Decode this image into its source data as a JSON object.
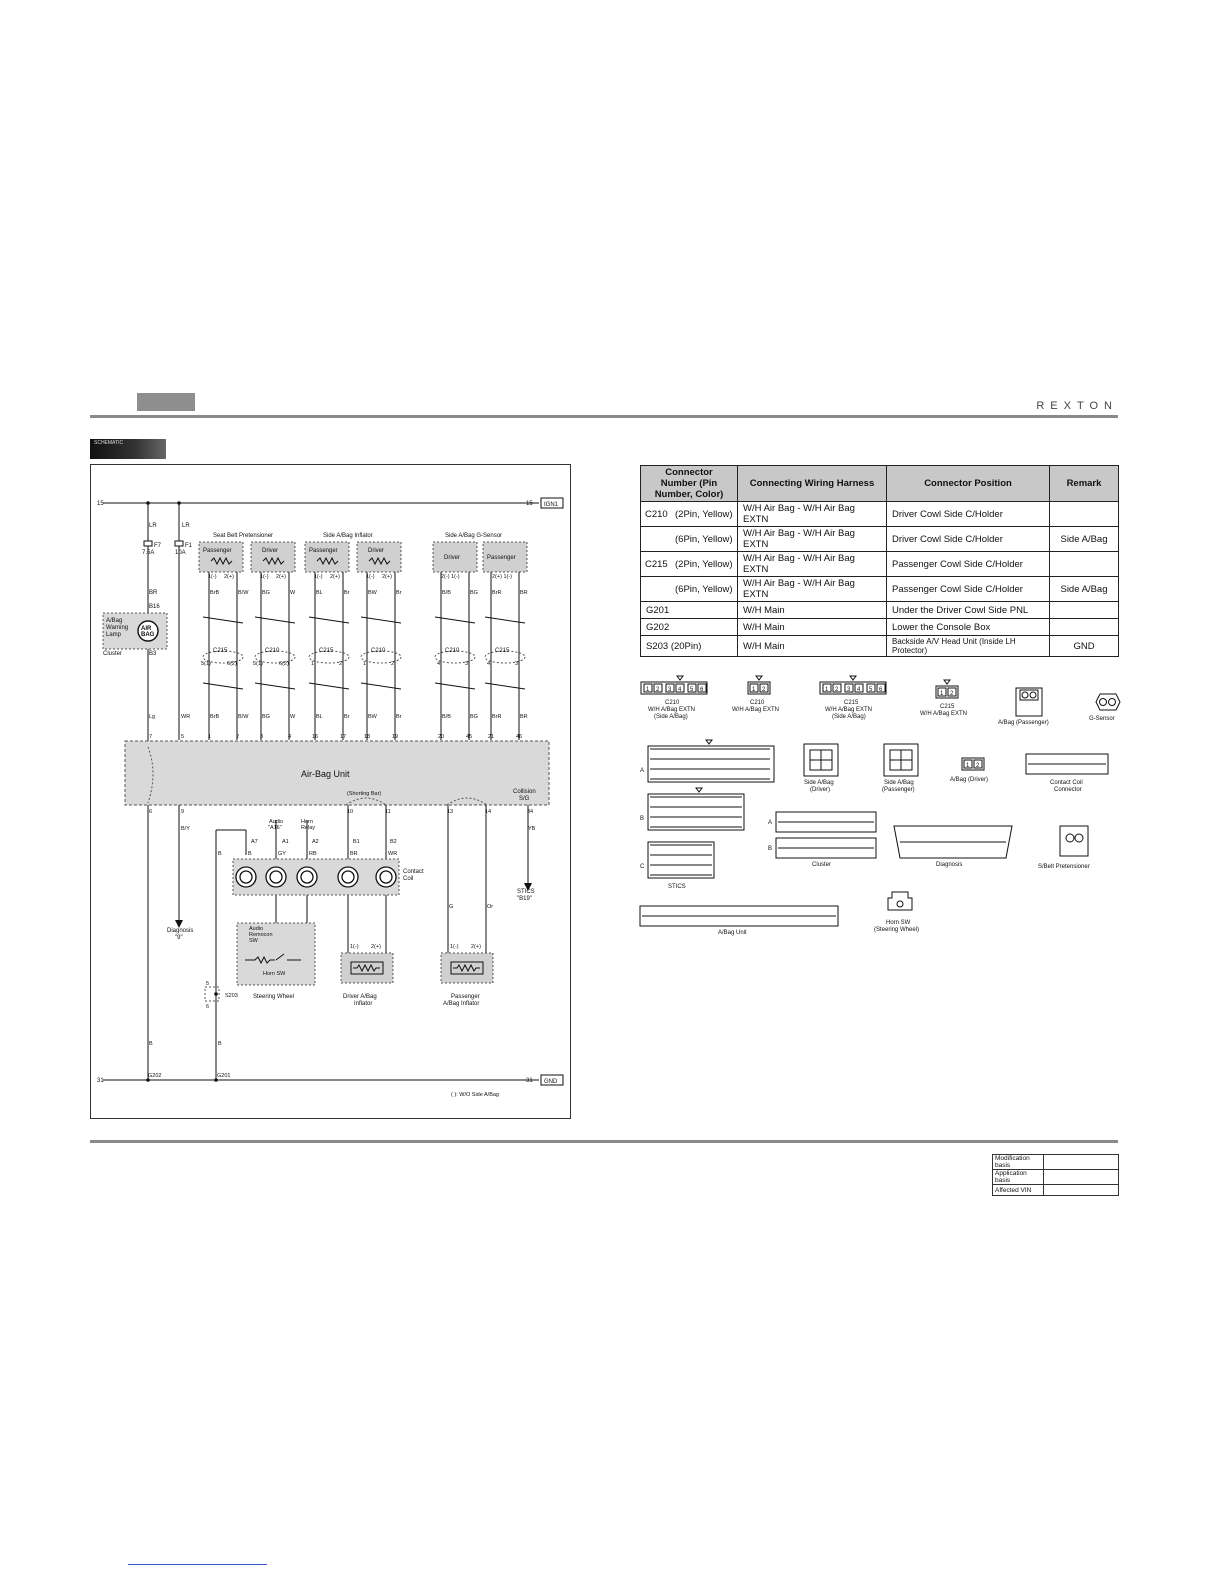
{
  "header": {
    "brand": "REXTON"
  },
  "diagram": {
    "terminal_top_left": "15",
    "terminal_top_right": "15",
    "ign_label": "IGN1",
    "terminal_bottom_left": "31",
    "terminal_bottom_right": "31",
    "gnd_label": "GND",
    "fuse_f7": "F7",
    "fuse_f7_rating": "7.5A",
    "fuse_f1": "F1",
    "fuse_f1_rating": "10A",
    "wire_lr_1": "LR",
    "wire_lr_2": "LR",
    "wire_br_top": "BR",
    "pin_b16": "B16",
    "pin_b3": "B3",
    "warning_lamp": [
      "A/Bag",
      "Warning",
      "Lamp"
    ],
    "airbag_icon": [
      "AIR",
      "BAG"
    ],
    "cluster_label": "Cluster",
    "group_seat_belt": "Seat Belt Pretensioner",
    "group_side_inflator": "Side A/Bag Inflator",
    "group_g_sensor": "Side A/Bag G-Sensor",
    "comp_passenger": "Passenger",
    "comp_driver": "Driver",
    "pin_1m": "1(-)",
    "pin_2p": "2(+)",
    "pin_2m1m": "2(-) 1(-)",
    "pin_2p1m": "2(+) 1(-)",
    "wires_top": [
      "BrB",
      "B/W",
      "BG",
      "W",
      "BL",
      "Br",
      "BW",
      "Br",
      "B/B",
      "BG",
      "BrR",
      "BR"
    ],
    "conn_labels": [
      "C215",
      "C210",
      "C215",
      "C210",
      "C210",
      "C215"
    ],
    "conn_pins_seat": [
      "5(1)",
      "6(2)",
      "5(1)",
      "6(2)"
    ],
    "conn_pins_side": [
      "1",
      "2",
      "1",
      "2"
    ],
    "conn_pins_g": [
      "4",
      "3",
      "4",
      "3"
    ],
    "wires_mid": [
      "Lg",
      "WR",
      "BrB",
      "B/W",
      "BG",
      "W",
      "BL",
      "Br",
      "BW",
      "Br",
      "B/B",
      "BG",
      "BrR",
      "BR"
    ],
    "unit_pins_top": [
      "7",
      "5",
      "1",
      "2",
      "3",
      "4",
      "16",
      "17",
      "18",
      "19",
      "20",
      "45",
      "21",
      "46"
    ],
    "unit_label": "Air-Bag Unit",
    "shorting_bar": "(Shorting Bar)",
    "collision": [
      "Collision",
      "S/G"
    ],
    "unit_pins_bottom": [
      "6",
      "9",
      "10",
      "11",
      "13",
      "14",
      "34"
    ],
    "wire_bry": "B/Y",
    "wire_yb": "YB",
    "audio_label": [
      "Audio",
      "\"A16\""
    ],
    "horn_relay": [
      "Horn",
      "Relay"
    ],
    "coil_pins": [
      "A7",
      "A1",
      "A2",
      "B1",
      "B2"
    ],
    "coil_wires": [
      "B",
      "B",
      "GY",
      "RB",
      "BR",
      "WR"
    ],
    "contact_coil": [
      "Contact",
      "Coil"
    ],
    "stics": [
      "STICS",
      "\"B19\""
    ],
    "diagnosis": [
      "Diagnosis",
      "\"9\""
    ],
    "audio_remocon": [
      "Audio",
      "Remocon",
      "SW"
    ],
    "horn_sw": "Horn SW",
    "steering_wheel": "Steering Wheel",
    "driver_inflator": [
      "Driver A/Bag",
      "Inflator"
    ],
    "passenger_inflator": [
      "Passenger",
      "A/Bag Inflator"
    ],
    "wire_g": "G",
    "wire_or": "Or",
    "s203": "S203",
    "s203_pins": [
      "5",
      "6"
    ],
    "wire_b_left": "B",
    "wire_b_mid": "B",
    "g202": "G202",
    "g201": "G201",
    "note": "( ): W/O Side A/Bag"
  },
  "connector_table": {
    "headers": [
      "Connector Number (Pin Number, Color)",
      "Connecting Wiring Harness",
      "Connector Position",
      "Remark"
    ],
    "rows": [
      {
        "num": "C210",
        "sub": "(2Pin, Yellow)",
        "harness": "W/H Air Bag - W/H Air Bag EXTN",
        "position": "Driver Cowl Side C/Holder",
        "remark": ""
      },
      {
        "num": "",
        "sub": "(6Pin, Yellow)",
        "harness": "W/H Air Bag - W/H Air Bag EXTN",
        "position": "Driver Cowl Side C/Holder",
        "remark": "Side A/Bag"
      },
      {
        "num": "C215",
        "sub": "(2Pin, Yellow)",
        "harness": "W/H Air Bag - W/H Air Bag EXTN",
        "position": "Passenger Cowl Side C/Holder",
        "remark": ""
      },
      {
        "num": "",
        "sub": "(6Pin, Yellow)",
        "harness": "W/H Air Bag - W/H Air Bag EXTN",
        "position": "Passenger Cowl Side C/Holder",
        "remark": "Side A/Bag"
      },
      {
        "num": "G201",
        "sub": "",
        "harness": "W/H Main",
        "position": "Under the Driver Cowl Side PNL",
        "remark": ""
      },
      {
        "num": "G202",
        "sub": "",
        "harness": "W/H Main",
        "position": "Lower the Console Box",
        "remark": ""
      },
      {
        "num": "S203 (20Pin)",
        "sub": "",
        "harness": "W/H Main",
        "position": "Backside A/V Head Unit (Inside LH Protector)",
        "remark": "GND"
      }
    ]
  },
  "connector_views": {
    "c210_6": [
      "C210",
      "W/H A/Bag EXTN",
      "(Side A/Bag)"
    ],
    "c210_2": [
      "C210",
      "W/H A/Bag EXTN"
    ],
    "c215_6": [
      "C215",
      "W/H A/Bag EXTN",
      "(Side A/Bag)"
    ],
    "c215_2": [
      "C215",
      "W/H A/Bag EXTN"
    ],
    "abag_passenger": "A/Bag (Passenger)",
    "g_sensor": "G-Sensor",
    "side_abag_driver": [
      "Side A/Bag",
      "(Driver)"
    ],
    "side_abag_passenger": [
      "Side A/Bag",
      "(Passenger)"
    ],
    "abag_driver": "A/Bag (Driver)",
    "contact_coil_connector": [
      "Contact Coil",
      "Connector"
    ],
    "cluster": "Cluster",
    "diagnosis": "Diagnosis",
    "sbelt": "S/Belt Pretensioner",
    "stics": "STICS",
    "abag_unit": "A/Bag Unit",
    "horn_sw": [
      "Horn SW",
      "(Steering Wheel)"
    ],
    "row_letters": [
      "A",
      "B",
      "C"
    ]
  },
  "footer": {
    "rows": [
      "Modification basis",
      "Application basis",
      "Affected VIN"
    ]
  }
}
